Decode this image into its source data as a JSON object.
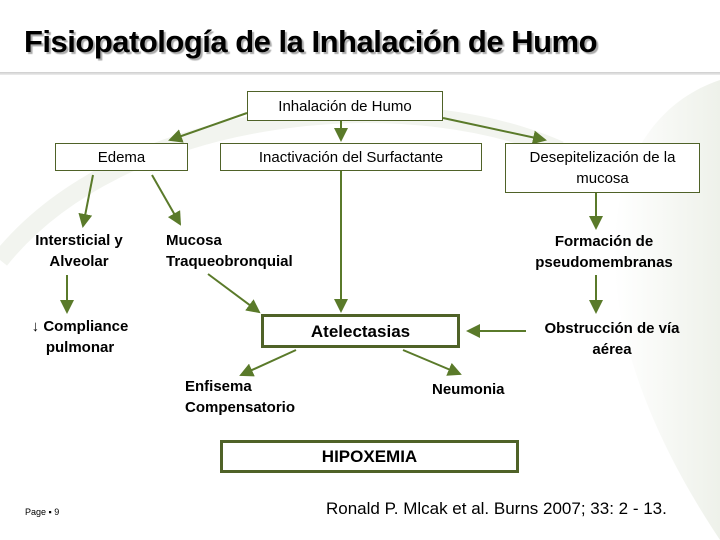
{
  "title": "Fisiopatología de la Inhalación de Humo",
  "boxes": {
    "inhalacion": "Inhalación de Humo",
    "edema": "Edema",
    "inactivacion": "Inactivación del Surfactante",
    "desepitelizacion": "Desepitelización de la mucosa",
    "atelectasias": "Atelectasias",
    "hipoxemia": "HIPOXEMIA"
  },
  "labels": {
    "intersticial": "Intersticial y Alveolar",
    "mucosa": "Mucosa Traqueobronquial",
    "formacion": "Formación de pseudomembranas",
    "compliance": "↓ Compliance pulmonar",
    "obstruccion": "Obstrucción de vía aérea",
    "enfisema": "Enfisema Compensatorio",
    "neumonia": "Neumonia"
  },
  "footer": {
    "page": "Page ▪ 9",
    "citation": "Ronald P. Mlcak et al. Burns 2007; 33: 2 - 13."
  },
  "colors": {
    "accent": "#4f6228",
    "arrow": "#5a7a2a"
  }
}
